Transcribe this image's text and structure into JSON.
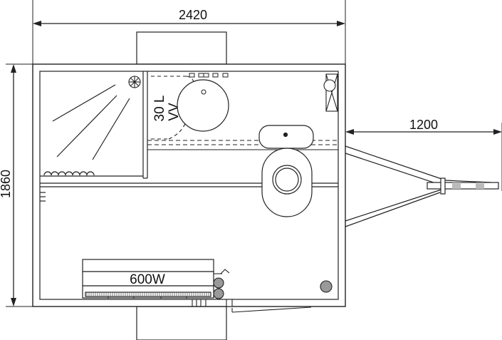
{
  "dimensions": {
    "width": "2420",
    "height": "1860",
    "drawbar": "1200"
  },
  "labels": {
    "boiler_volume": "30 L",
    "boiler_symbol": "VV",
    "heater_power": "600W"
  },
  "colors": {
    "line": "#222222",
    "fill_white": "#ffffff",
    "grey_dot": "#999999",
    "grey_band": "#bbbbbb"
  }
}
